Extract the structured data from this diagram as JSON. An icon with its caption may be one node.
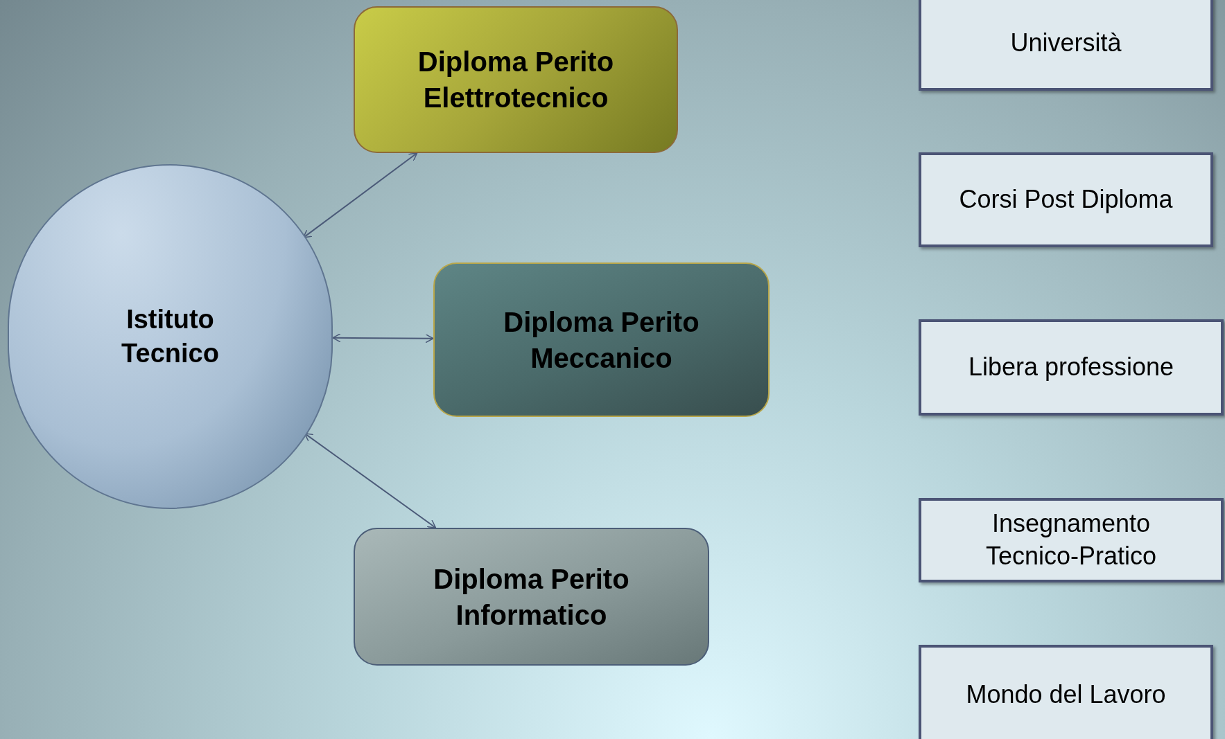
{
  "diagram": {
    "nodes": [
      {
        "text": [
          "Istituto Tecnico"
        ]
      },
      {
        "text": [
          "Diploma Perito Elettrotecnico"
        ]
      },
      {
        "text": [
          "Diploma Perito Meccanico"
        ]
      },
      {
        "text": [
          "Diploma Perito Informatico"
        ]
      },
      {
        "text": [
          "Università"
        ]
      },
      {
        "text": [
          "Corsi Post Diploma"
        ]
      },
      {
        "text": [
          "Libera professione"
        ]
      },
      {
        "text": [
          "Insegnamento Tecnico-Pratico"
        ]
      },
      {
        "text": [
          "Mondo del Lavoro"
        ]
      }
    ],
    "edges": [
      {
        "from": 0,
        "to": 1,
        "arrow": "both"
      },
      {
        "from": 0,
        "to": 2,
        "arrow": "both"
      },
      {
        "from": 0,
        "to": 3,
        "arrow": "both"
      }
    ]
  }
}
